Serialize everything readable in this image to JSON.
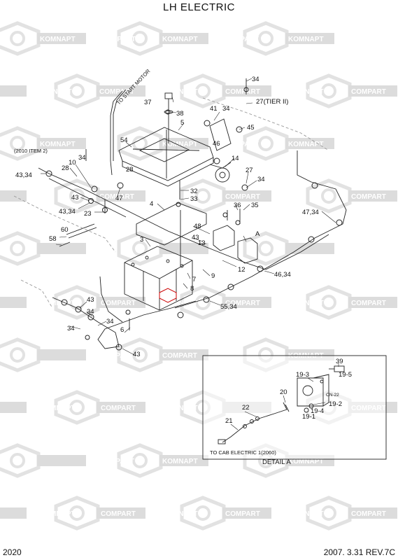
{
  "header": {
    "title": "LH ELECTRIC"
  },
  "footer": {
    "left": "2020",
    "right": "2007. 3.31 REV.7C"
  },
  "watermark": {
    "brand_a": "KOMNAPT",
    "brand_b": "COMPART",
    "color": "#d9d9d9"
  },
  "notes": {
    "to_start_motor": "TO START MOTOR",
    "item2": "(2010 ITEM 2)",
    "tier": "27(TIER II)",
    "to_cab": "TO CAB ELECTRIC 1(2060)",
    "detail": "DETAIL  A",
    "detail_ref": "A",
    "cn": "CN-22"
  },
  "callouts": {
    "c34a": "34",
    "c37": "37",
    "c38": "38",
    "c5": "5",
    "c41": "41",
    "c34b": "34",
    "c45": "45",
    "c46": "46",
    "c54": "54",
    "c14": "14",
    "c27": "27",
    "c34c": "34",
    "c34d": "34",
    "c10": "10",
    "c28a": "28",
    "c28b": "28",
    "c4334a": "43,34",
    "c43a": "43",
    "c47": "47",
    "c4334b": "43,34",
    "c23": "23",
    "c32": "32",
    "c33": "33",
    "c4": "4",
    "c36": "36",
    "c35": "35",
    "c4734": "47,34",
    "c60": "60",
    "c58": "58",
    "c48": "48",
    "c13": "13",
    "c43b": "43",
    "c3": "3",
    "c12": "12",
    "c9": "9",
    "c4634": "46,34",
    "c7": "7",
    "c8": "8",
    "c43c": "43",
    "c5534": "55,34",
    "c34e": "34",
    "c34f": "34",
    "c6": "6",
    "c43d": "43",
    "c39": "39",
    "c193": "19-3",
    "c195": "19-5",
    "c20": "20",
    "c22": "22",
    "c194": "19-4",
    "c192": "19-2",
    "c191": "19-1",
    "c21": "21"
  }
}
